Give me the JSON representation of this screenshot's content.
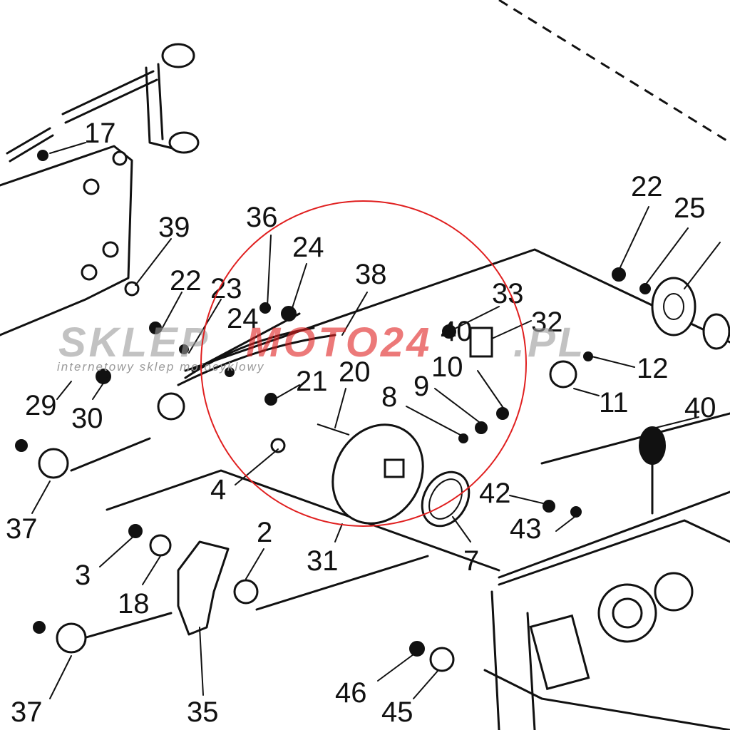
{
  "watermark": {
    "brand_left": "SKLEP",
    "brand_right": "MOTO24",
    "brand_suffix": ".PL",
    "tagline": "internetowy sklep motocyklowy",
    "color_gray": "#9a9a9a",
    "color_red": "#e02020"
  },
  "highlight": {
    "color": "#e02020"
  },
  "part_numbers": [
    "17",
    "39",
    "36",
    "24",
    "38",
    "22",
    "23",
    "24",
    "21",
    "20",
    "33",
    "32",
    "40",
    "10",
    "9",
    "8",
    "12",
    "11",
    "29",
    "30",
    "37",
    "4",
    "42",
    "43",
    "31",
    "7",
    "3",
    "18",
    "2",
    "35",
    "37",
    "46",
    "45",
    "22",
    "25",
    "40"
  ]
}
